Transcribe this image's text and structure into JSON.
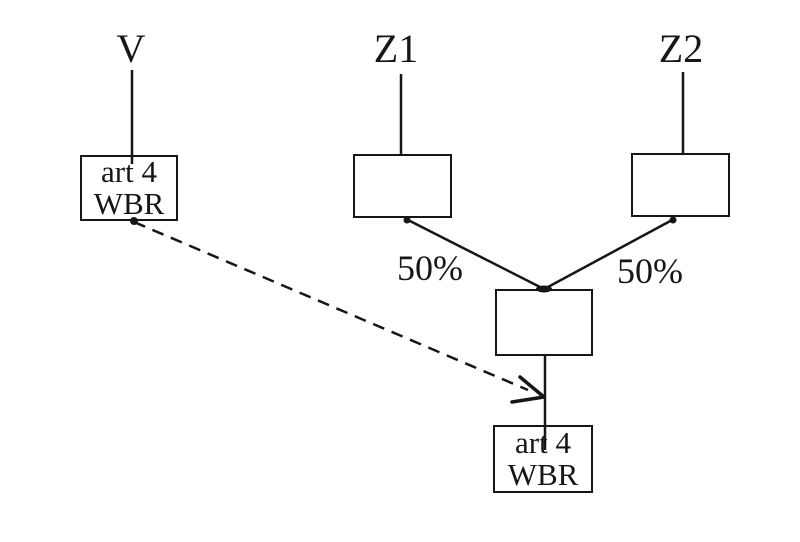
{
  "canvas": {
    "background": "#ffffff",
    "ink": "#161616"
  },
  "top_labels": {
    "v": "V",
    "z1": "Z1",
    "z2": "Z2"
  },
  "boxes": {
    "v_box": {
      "line1": "art 4",
      "line2": "WBR"
    },
    "result_box": {
      "line1": "art 4",
      "line2": "WBR"
    }
  },
  "edge_labels": {
    "z1_to_merge": "50%",
    "z2_to_merge": "50%"
  }
}
